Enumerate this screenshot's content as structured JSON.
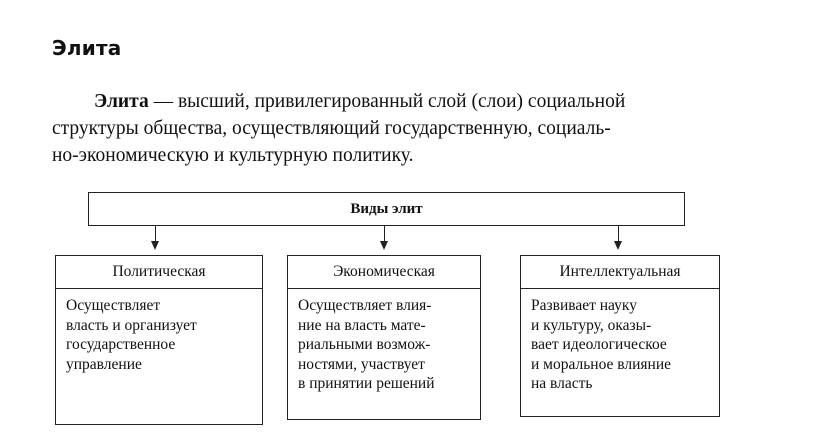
{
  "heading": "Элита",
  "definition": {
    "term": "Элита",
    "line1_rest": " — высший, привилегированный слой (слои) социальной",
    "line2": "структуры общества, осуществляющий государственную, социаль-",
    "line3": "но-экономическую и культурную политику."
  },
  "diagram": {
    "top_label": "Виды элит",
    "cards": [
      {
        "title": "Политическая",
        "lines": [
          "Осуществляет",
          "власть и организует",
          "государственное",
          "управление"
        ]
      },
      {
        "title": "Экономическая",
        "lines": [
          "Осуществляет влия-",
          "ние на власть мате-",
          "риальными возмож-",
          "ностями, участвует",
          "в принятии решений"
        ]
      },
      {
        "title": "Интеллектуальная",
        "lines": [
          "Развивает науку",
          "и культуру, оказы-",
          "вает идеологическое",
          "и моральное влияние",
          "на власть"
        ]
      }
    ]
  }
}
